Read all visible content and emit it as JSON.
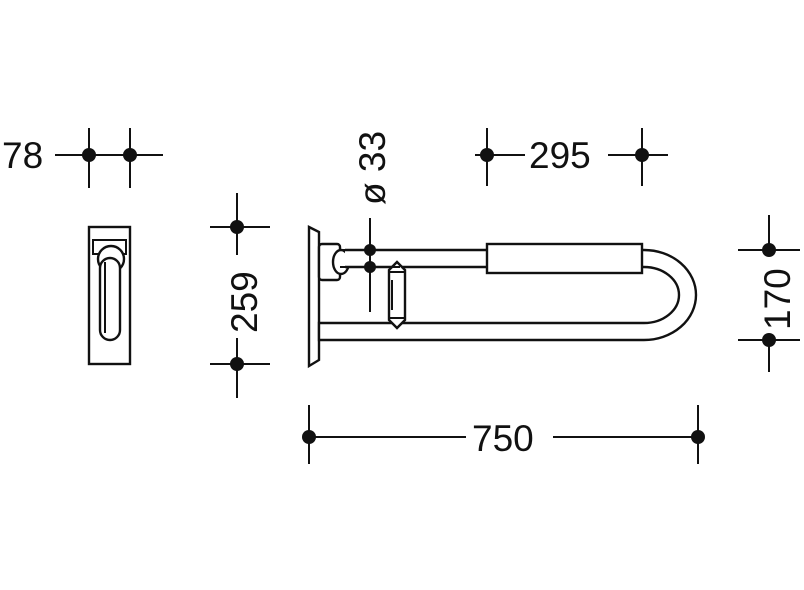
{
  "drawing": {
    "dimensions": {
      "width_side": "78",
      "depth": "259",
      "diameter": "ø 33",
      "grip_length": "295",
      "height": "170",
      "length": "750"
    }
  }
}
